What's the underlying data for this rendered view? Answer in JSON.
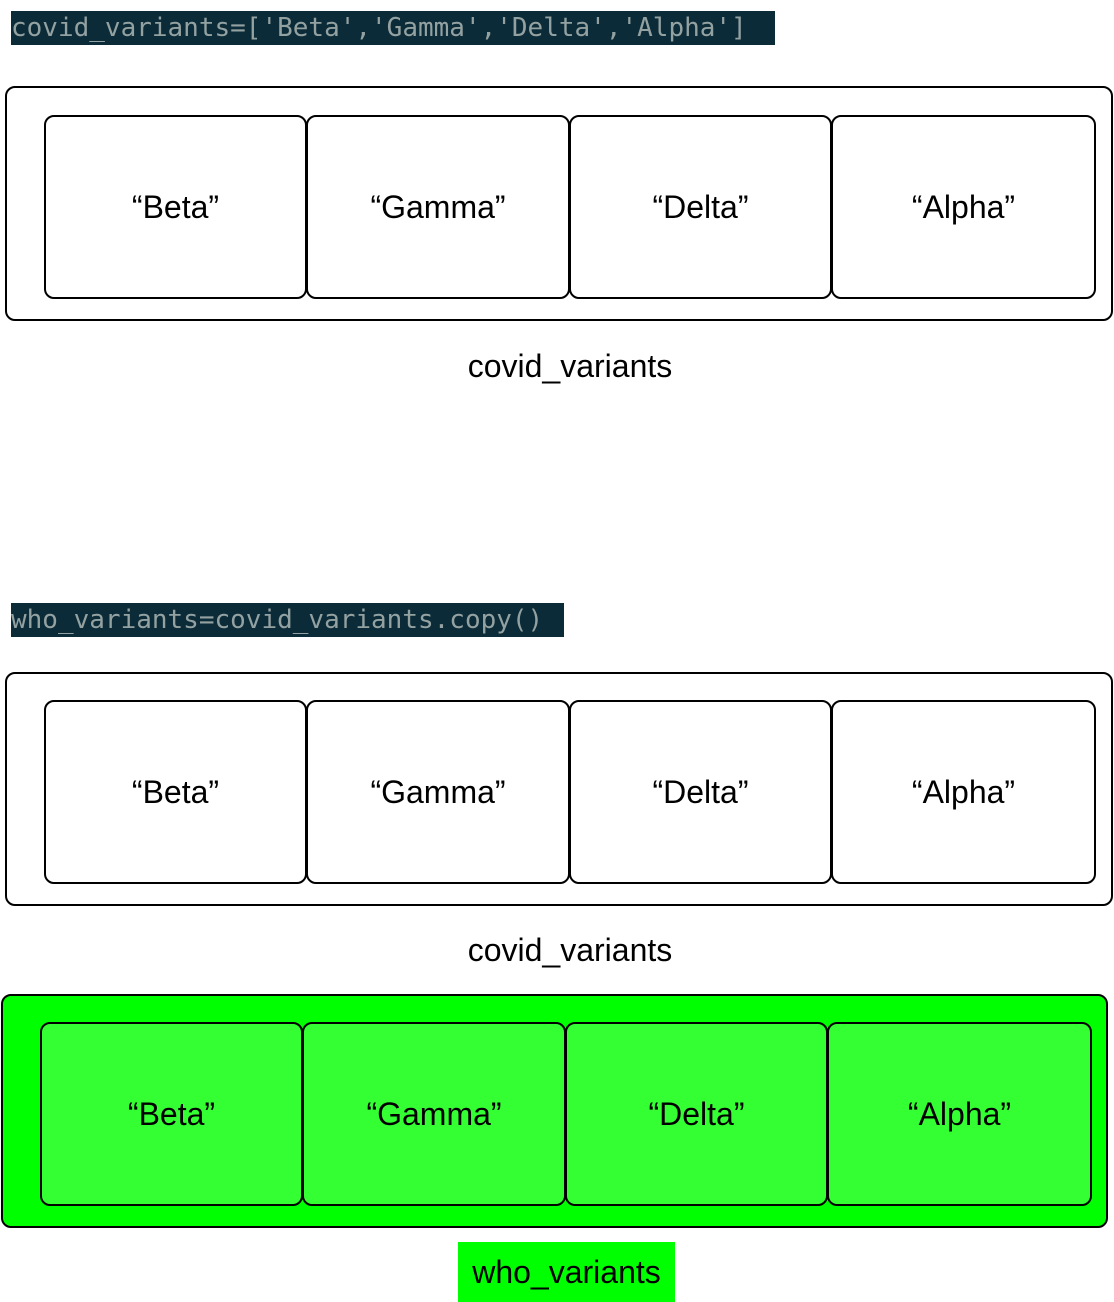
{
  "code": {
    "line1": "covid_variants=['Beta','Gamma','Delta','Alpha']",
    "line2": "who_variants=covid_variants.copy()"
  },
  "lists": [
    {
      "caption": "covid_variants",
      "items": [
        "“Beta”",
        "“Gamma”",
        "“Delta”",
        "“Alpha”"
      ]
    },
    {
      "caption": "covid_variants",
      "items": [
        "“Beta”",
        "“Gamma”",
        "“Delta”",
        "“Alpha”"
      ]
    },
    {
      "caption": "who_variants",
      "items": [
        "“Beta”",
        "“Gamma”",
        "“Delta”",
        "“Alpha”"
      ]
    }
  ],
  "colors": {
    "code_background": "#0b2b38",
    "code_text": "#93a1a1",
    "copy_highlight": "#00ff00",
    "copy_cell": "#33ff33"
  }
}
